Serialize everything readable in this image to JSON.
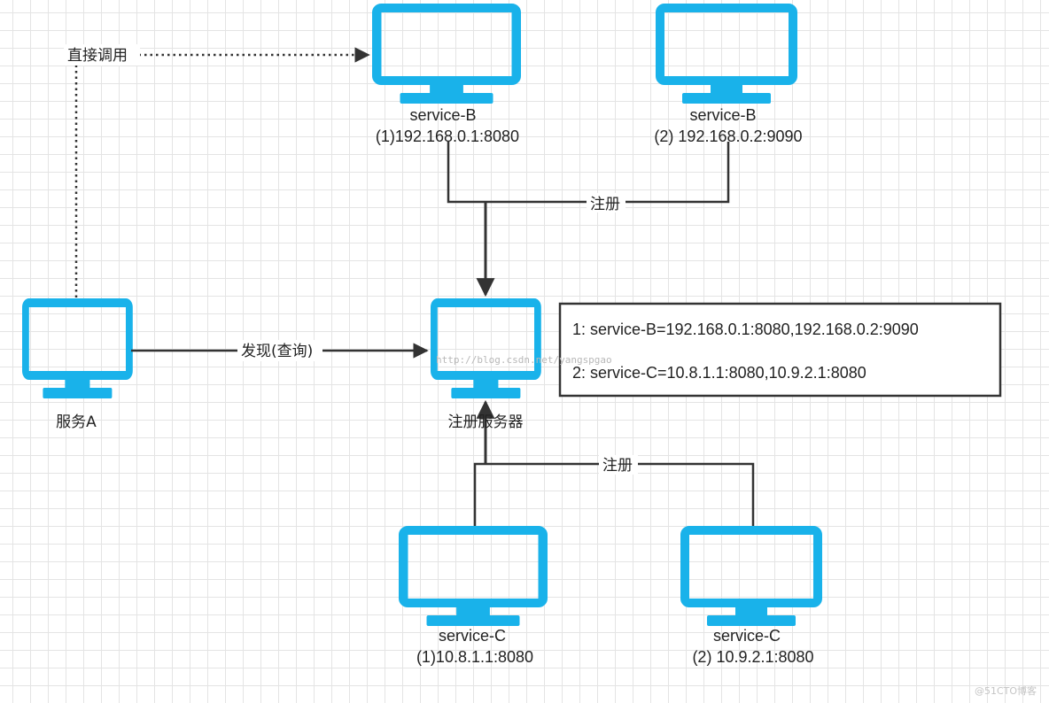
{
  "colors": {
    "monitor": "#19b2ea",
    "line": "#333333"
  },
  "nodes": {
    "service_a": {
      "label": "服务A"
    },
    "registry": {
      "label": "注册服务器"
    },
    "service_b1": {
      "name": "service-B",
      "address": "(1)192.168.0.1:8080"
    },
    "service_b2": {
      "name": "service-B",
      "address": "(2) 192.168.0.2:9090"
    },
    "service_c1": {
      "name": "service-C",
      "address": "(1)10.8.1.1:8080"
    },
    "service_c2": {
      "name": "service-C",
      "address": "(2) 10.9.2.1:8080"
    }
  },
  "edges": {
    "direct_call": "直接调用",
    "discover": "发现(查询)",
    "register_b": "注册",
    "register_c": "注册"
  },
  "registry_table": {
    "line1": "1: service-B=192.168.0.1:8080,192.168.0.2:9090",
    "line2": "2: service-C=10.8.1.1:8080,10.9.2.1:8080"
  },
  "watermark": "http://blog.csdn.net/yangspgao",
  "credit": "@51CTO博客"
}
